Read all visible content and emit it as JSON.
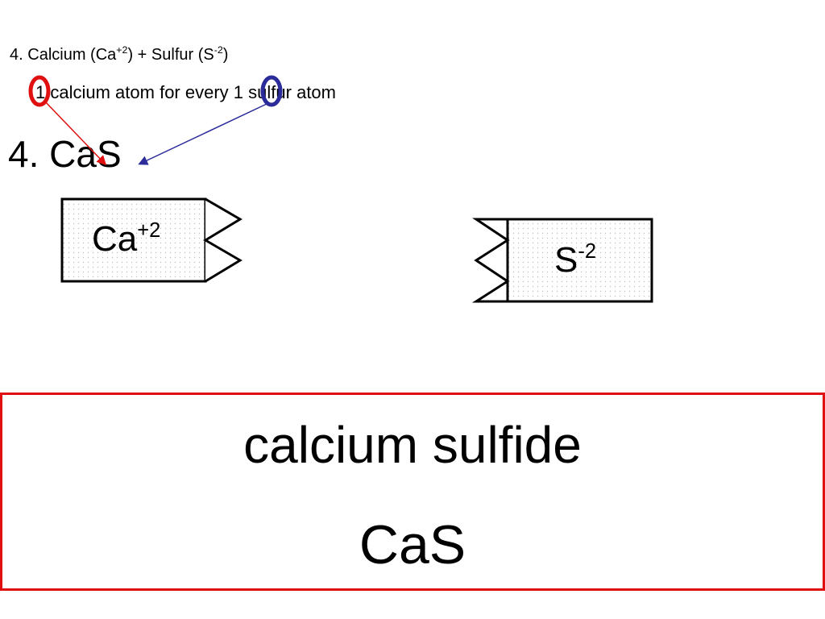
{
  "heading": {
    "number": "4.",
    "element1": "Calcium",
    "symbol1": "Ca",
    "charge1": "+2",
    "plus": "+",
    "element2": "Sulfur",
    "symbol2": "S",
    "charge2": "-2"
  },
  "ratio": {
    "count1": "1",
    "text1": "calcium atom for every",
    "count2": "1",
    "text2": "sulfur atom"
  },
  "answer": {
    "number": "4.",
    "formula": "CaS"
  },
  "ions": {
    "cation": {
      "symbol": "Ca",
      "charge": "+2",
      "notches": 2
    },
    "anion": {
      "symbol": "S",
      "charge": "-2",
      "notches": 2
    }
  },
  "result": {
    "name": "calcium sulfide",
    "formula": "CaS"
  },
  "colors": {
    "highlight_red": "#e01010",
    "highlight_blue": "#2b2b9a",
    "box_border": "#e01010",
    "dot_pattern": "#bdbdbd"
  }
}
